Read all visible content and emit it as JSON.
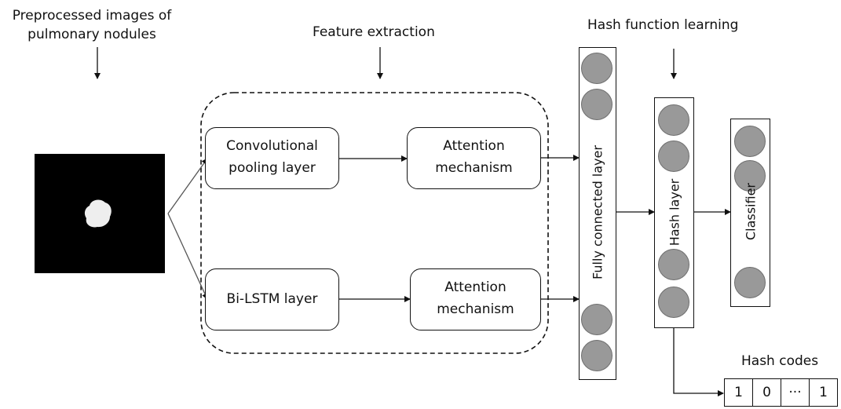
{
  "labels": {
    "preprocessed_line1": "Preprocessed images of",
    "preprocessed_line2": "pulmonary nodules",
    "feature_extraction": "Feature extraction",
    "hash_function_learning": "Hash function learning",
    "hash_codes": "Hash codes"
  },
  "boxes": {
    "conv_line1": "Convolutional",
    "conv_line2": "pooling layer",
    "att1_line1": "Attention",
    "att1_line2": "mechanism",
    "bilstm": "Bi-LSTM layer",
    "att2_line1": "Attention",
    "att2_line2": "mechanism"
  },
  "columns": {
    "fully_connected": "Fully connected layer",
    "hash_layer": "Hash layer",
    "classifier": "Classifier"
  },
  "hash_code_values": [
    "1",
    "0",
    "···",
    "1"
  ],
  "colors": {
    "node_fill": "#999999",
    "stroke": "#111111",
    "image_bg": "#000000"
  }
}
